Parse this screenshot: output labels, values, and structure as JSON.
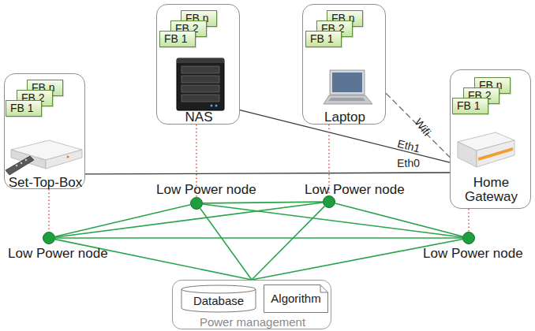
{
  "diagram": {
    "nodes": [
      {
        "text": [
          "NAS"
        ]
      },
      {
        "text": [
          "FB n"
        ],
        "in": 0
      },
      {
        "text": [
          "FB 2"
        ],
        "in": 0
      },
      {
        "text": [
          "FB 1"
        ],
        "in": 0
      },
      {
        "text": [
          "Laptop"
        ]
      },
      {
        "text": [
          "FB n"
        ],
        "in": 4
      },
      {
        "text": [
          "FB 2"
        ],
        "in": 4
      },
      {
        "text": [
          "FB 1"
        ],
        "in": 4
      },
      {
        "text": [
          "Set-Top-Box"
        ]
      },
      {
        "text": [
          "FB n"
        ],
        "in": 8
      },
      {
        "text": [
          "FB 2"
        ],
        "in": 8
      },
      {
        "text": [
          "FB 1"
        ],
        "in": 8
      },
      {
        "text": [
          "Home Gateway"
        ]
      },
      {
        "text": [
          "FB n"
        ],
        "in": 12
      },
      {
        "text": [
          "FB 2"
        ],
        "in": 12
      },
      {
        "text": [
          "FB 1"
        ],
        "in": 12
      },
      {
        "text": [
          "Low Power node"
        ]
      },
      {
        "text": [
          "Low Power node"
        ]
      },
      {
        "text": [
          "Low Power node"
        ]
      },
      {
        "text": [
          "Low Power node"
        ]
      },
      {
        "text": [
          "Power management"
        ]
      },
      {
        "text": [
          "Database"
        ],
        "in": 20
      },
      {
        "text": [
          "Algorithm"
        ],
        "in": 20
      }
    ],
    "edges": [
      {
        "from": 8,
        "to": 12,
        "label": "Eth0",
        "arrow": "none"
      },
      {
        "from": 0,
        "to": 12,
        "label": "Eth1",
        "arrow": "none"
      },
      {
        "from": 4,
        "to": 12,
        "label": "Wifi",
        "arrow": "none"
      },
      {
        "from": 8,
        "to": 16,
        "arrow": "none"
      },
      {
        "from": 0,
        "to": 17,
        "arrow": "none"
      },
      {
        "from": 4,
        "to": 18,
        "arrow": "none"
      },
      {
        "from": 12,
        "to": 19,
        "arrow": "none"
      },
      {
        "from": 16,
        "to": 17,
        "arrow": "none"
      },
      {
        "from": 16,
        "to": 18,
        "arrow": "none"
      },
      {
        "from": 16,
        "to": 19,
        "arrow": "none"
      },
      {
        "from": 17,
        "to": 18,
        "arrow": "none"
      },
      {
        "from": 17,
        "to": 19,
        "arrow": "none"
      },
      {
        "from": 18,
        "to": 19,
        "arrow": "none"
      },
      {
        "from": 16,
        "to": 20,
        "arrow": "none"
      },
      {
        "from": 17,
        "to": 20,
        "arrow": "none"
      },
      {
        "from": 18,
        "to": 20,
        "arrow": "none"
      },
      {
        "from": 19,
        "to": 20,
        "arrow": "none"
      }
    ]
  }
}
